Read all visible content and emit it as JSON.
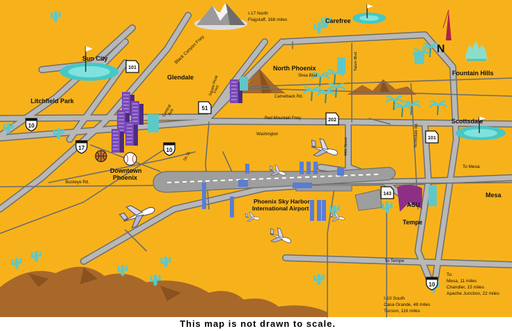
{
  "map": {
    "caption": "This map is not drawn to scale.",
    "colors": {
      "land": "#f7b21b",
      "road": "#b8b8b8",
      "road_edge": "#6d6d6d",
      "mountain": "#a7682a",
      "tower": "#6a3ea1",
      "cactus": "#5ec8c8"
    },
    "cities": {
      "sun_city": "Sun City",
      "glendale": "Glendale",
      "litchfield_park": "Litchfield Park",
      "north_phoenix": "North Phoenix",
      "carefree": "Carefree",
      "fountain_hills": "Fountain Hills",
      "scottsdale": "Scottsdale",
      "downtown_line1": "Downtown",
      "downtown_line2": "Phoenix",
      "airport_line1": "Phoenix Sky Harbor",
      "airport_line2": "International Airport",
      "tempe": "Tempe",
      "asu": "ASU",
      "mesa": "Mesa"
    },
    "roads": {
      "black_canyon": "Black Canyon Frwy",
      "squaw_peak_1": "Squaw Peak",
      "squaw_peak_2": "Frwy",
      "central_1": "Central",
      "central_2": "Ave",
      "seventh_st": "7th St.",
      "shea": "Shea Blvd",
      "camelback": "Camelback Rd.",
      "red_mountain": "Red Mountain Frwy",
      "washington": "Washington",
      "buckeye": "Buckeye Rd.",
      "tatum": "Tatum Blvd.",
      "fortyfourth": "44th Street",
      "scottsdale_rd": "Scottsdale Rd.",
      "to_mesa": "To Mesa",
      "to_tempe": "To Tempe"
    },
    "shields": {
      "i17": "17",
      "i10_west": "10",
      "i10_center": "10",
      "i10_south": "10",
      "l101_west": "101",
      "l101_east": "101",
      "sr51": "51",
      "l202": "202",
      "sr143": "143"
    },
    "notes": {
      "north_line1": "I-17 North",
      "north_line2": "Flagstaff, 168 miles",
      "east_1": "To:",
      "east_2": "Mesa, 11 miles",
      "east_3": "Chandler, 15 miles",
      "east_4": "Apache Junction, 22 miles",
      "south_1": "I-10 South",
      "south_2": "Casa Grande, 48 miles",
      "south_3": "Tucson, 116 miles"
    },
    "compass": "N",
    "icons": [
      "mountain-icon",
      "golf-green-icon",
      "palm-tree-icon",
      "cactus-icon",
      "skyscraper-icon",
      "airplane-icon",
      "basketball-icon",
      "baseball-icon",
      "fountain-icon",
      "compass-needle-icon"
    ]
  }
}
